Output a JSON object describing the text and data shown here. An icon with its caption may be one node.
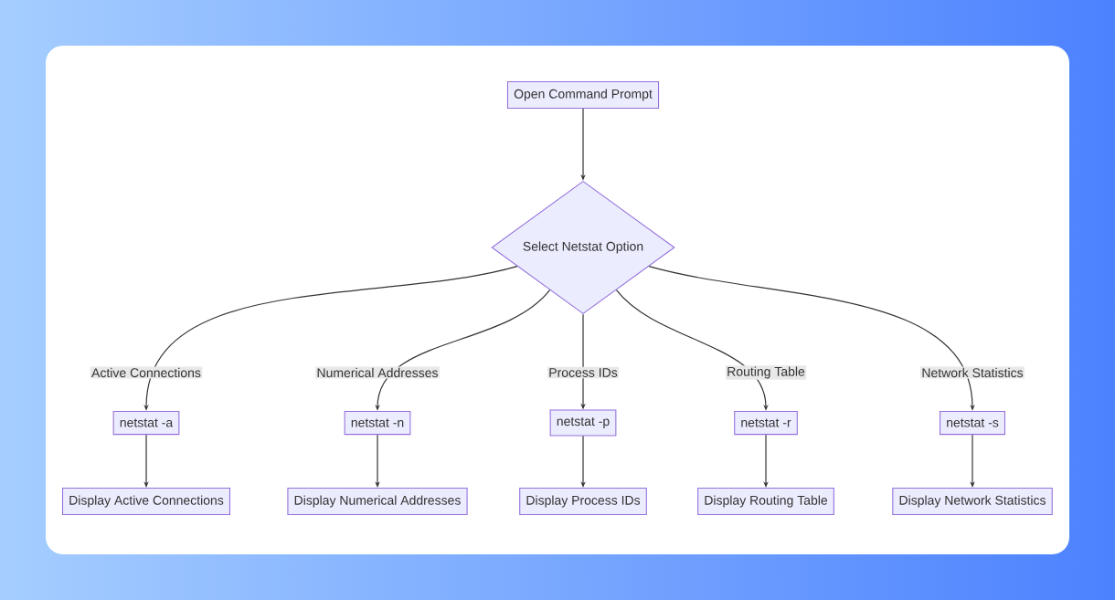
{
  "diagram": {
    "nodes": [
      {
        "text": [
          "Open Command Prompt"
        ]
      },
      {
        "text": [
          "Select Netstat Option"
        ]
      },
      {
        "text": [
          "netstat -a"
        ]
      },
      {
        "text": [
          "netstat -n"
        ]
      },
      {
        "text": [
          "netstat -p"
        ]
      },
      {
        "text": [
          "netstat -r"
        ]
      },
      {
        "text": [
          "netstat -s"
        ]
      },
      {
        "text": [
          "Display Active Connections"
        ]
      },
      {
        "text": [
          "Display Numerical Addresses"
        ]
      },
      {
        "text": [
          "Display Process IDs"
        ]
      },
      {
        "text": [
          "Display Routing Table"
        ]
      },
      {
        "text": [
          "Display Network Statistics"
        ]
      }
    ],
    "edges": [
      {
        "from": 0,
        "to": 1,
        "arrow": "to"
      },
      {
        "from": 1,
        "to": 2,
        "arrow": "to",
        "label": "Active Connections"
      },
      {
        "from": 1,
        "to": 3,
        "arrow": "to",
        "label": "Numerical Addresses"
      },
      {
        "from": 1,
        "to": 4,
        "arrow": "to",
        "label": "Process IDs"
      },
      {
        "from": 1,
        "to": 5,
        "arrow": "to",
        "label": "Routing Table"
      },
      {
        "from": 1,
        "to": 6,
        "arrow": "to",
        "label": "Network Statistics"
      },
      {
        "from": 2,
        "to": 7,
        "arrow": "to"
      },
      {
        "from": 3,
        "to": 8,
        "arrow": "to"
      },
      {
        "from": 4,
        "to": 9,
        "arrow": "to"
      },
      {
        "from": 5,
        "to": 10,
        "arrow": "to"
      },
      {
        "from": 6,
        "to": 11,
        "arrow": "to"
      }
    ]
  }
}
